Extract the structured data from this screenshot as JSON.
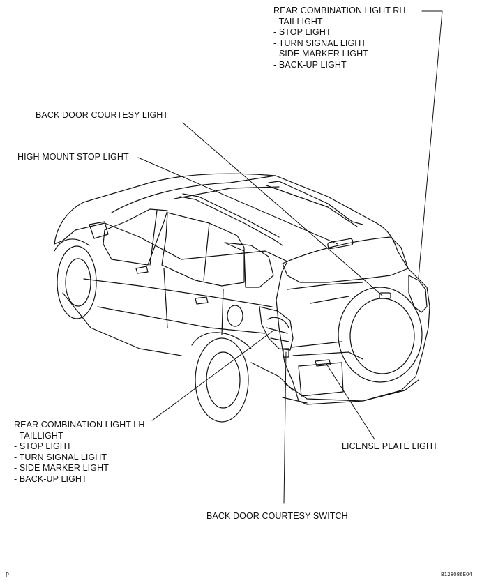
{
  "callouts": {
    "rear_rh": {
      "title": "REAR COMBINATION LIGHT RH",
      "items": [
        "- TAILLIGHT",
        "- STOP LIGHT",
        "- TURN SIGNAL LIGHT",
        "- SIDE MARKER LIGHT",
        "- BACK-UP LIGHT"
      ]
    },
    "back_door_courtesy_light": "BACK DOOR COURTESY LIGHT",
    "high_mount_stop_light": "HIGH MOUNT STOP LIGHT",
    "rear_lh": {
      "title": "REAR COMBINATION LIGHT LH",
      "items": [
        "- TAILLIGHT",
        "- STOP LIGHT",
        "- TURN SIGNAL LIGHT",
        "- SIDE MARKER LIGHT",
        "- BACK-UP LIGHT"
      ]
    },
    "license_plate_light": "LICENSE PLATE LIGHT",
    "back_door_courtesy_switch": "BACK DOOR COURTESY SWITCH"
  },
  "footer": {
    "left_mark": "P",
    "figure_code": "B128086E04"
  }
}
